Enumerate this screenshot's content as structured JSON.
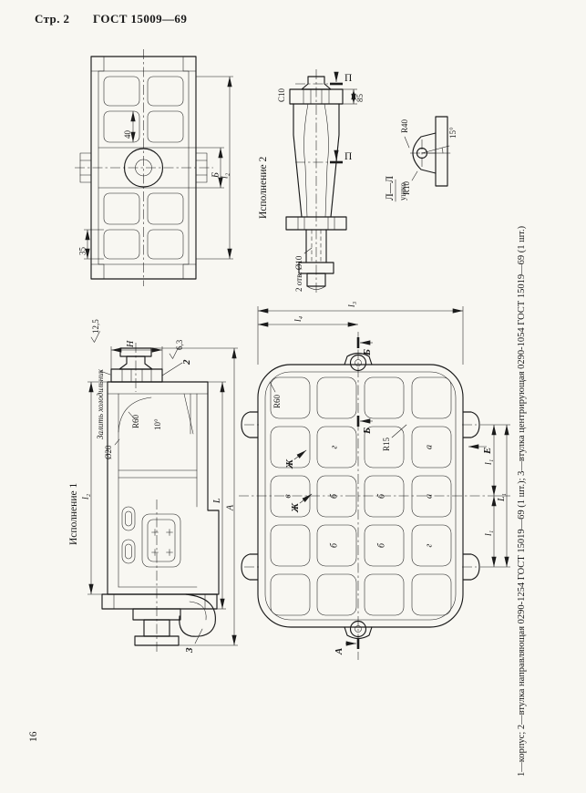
{
  "page": {
    "header_page": "Стр. 2",
    "header_gost": "ГОСТ 15009—69",
    "page_number": "16",
    "side_caption": "1—корпус;  2—втулка направляющая 0290-1254 ГОСТ 15019—69 (1 шт.);   3—втулка центрирующая 0290-1054 ГОСТ 15019—69 (1 шт.)"
  },
  "view_section_top": {
    "dim_40": "40",
    "dim_B": "Б",
    "dim_l2": "l₂",
    "dim_35": "35"
  },
  "view_isp2": {
    "label": "Исполнение 2",
    "mark_P1": "П",
    "mark_P2": "П",
    "dim_c10": "С10",
    "dim_85": "85",
    "note_holes": "2 отв. Ø10"
  },
  "view_lug": {
    "title": "Л—Л",
    "subtitle": "ушко",
    "dim_r40": "R40",
    "dim_r10": "R10",
    "dim_15": "15°"
  },
  "view_isp1": {
    "label": "Исполнение 1",
    "note_cooler": "Залить холодильник",
    "rough_125": "12,5",
    "rough_63": "6,3",
    "dim_H": "H",
    "dim_r60": "R60",
    "dim_10deg": "10°",
    "dim_d20": "Ø20",
    "dim_l2": "l₂",
    "dim_L": "L",
    "dim_A": "A",
    "callout_2": "2",
    "callout_3": "3"
  },
  "view_plan": {
    "dim_l3": "l₃",
    "dim_l4": "l₄",
    "dim_l1a": "l₁",
    "dim_l1b": "l₁",
    "dim_L1": "L₁",
    "dim_r60": "R60",
    "dim_r15": "R15",
    "mark_B1": "Б",
    "mark_B2": "Б",
    "mark_A": "А",
    "mark_E": "Е",
    "mark_Zh1": "Ж",
    "mark_Zh2": "Ж",
    "p1": "г",
    "p2": "а",
    "p3": "в",
    "p4": "б",
    "p5": "б",
    "p6": "а",
    "p7": "б",
    "p8": "б",
    "p9": "г"
  }
}
